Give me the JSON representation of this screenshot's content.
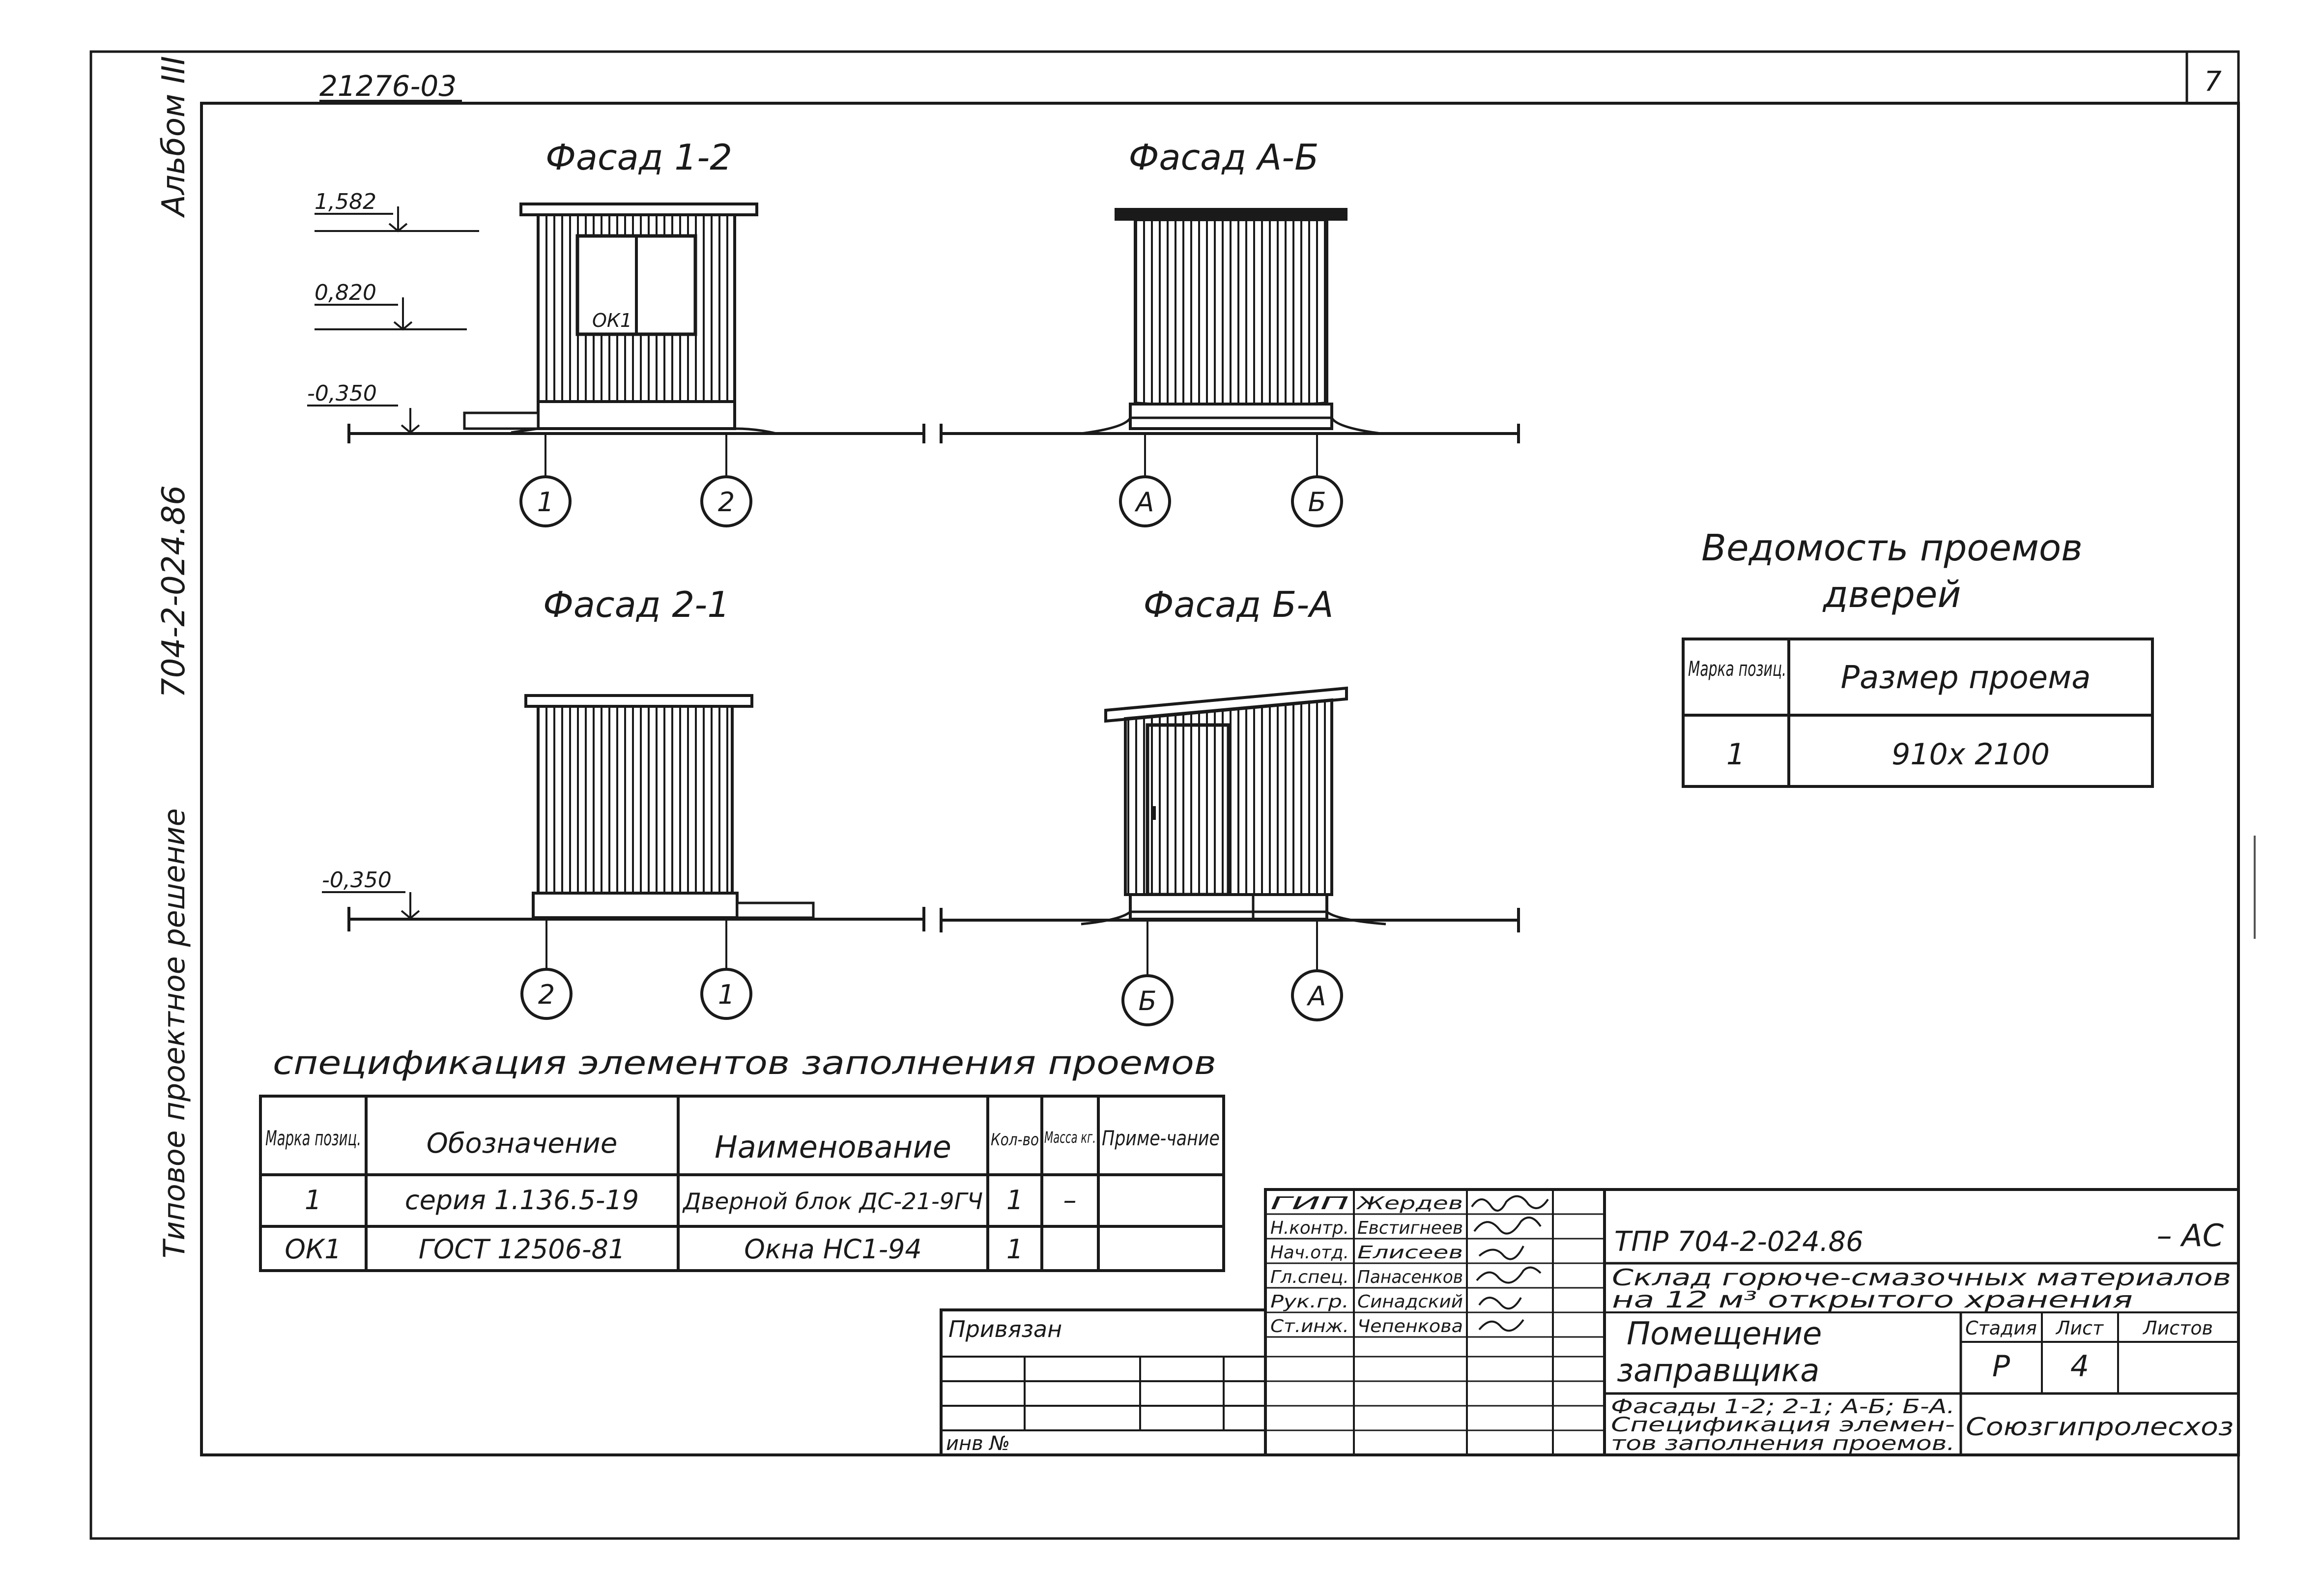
{
  "header": {
    "doc_code": "21276-03",
    "page_number": "7"
  },
  "side": {
    "album": "Альбом III",
    "project_code": "704-2-024.86",
    "series_label": "Типовое проектное решение"
  },
  "facades": {
    "f12": {
      "title": "Фасад 1-2",
      "levels": [
        "1,582",
        "0,820",
        "-0,350"
      ],
      "window_mark": "ОК1",
      "axes": [
        "1",
        "2"
      ]
    },
    "fab": {
      "title": "Фасад А-Б",
      "axes": [
        "А",
        "Б"
      ]
    },
    "f21": {
      "title": "Фасад 2-1",
      "levels": [
        "-0,350"
      ],
      "axes": [
        "2",
        "1"
      ]
    },
    "fba": {
      "title": "Фасад Б-А",
      "axes": [
        "Б",
        "А"
      ]
    }
  },
  "doors_table": {
    "title_line1": "Ведомость проемов",
    "title_line2": "дверей",
    "headers": [
      "Марка позиц.",
      "Размер проема"
    ],
    "rows": [
      [
        "1",
        "910х 2100"
      ]
    ]
  },
  "spec_table": {
    "title": "спецификация элементов заполнения проемов",
    "headers": [
      "Марка позиц.",
      "Обозначение",
      "Наименование",
      "Кол-во",
      "Масса кг.",
      "Приме-чание"
    ],
    "rows": [
      [
        "1",
        "серия 1.136.5-19",
        "Дверной блок ДС-21-9ГЧ",
        "1",
        "–",
        ""
      ],
      [
        "ОК1",
        "ГОСТ 12506-81",
        "Окна НС1-94",
        "1",
        "",
        ""
      ]
    ]
  },
  "title_block": {
    "signers": [
      {
        "role": "ГИП",
        "name": "Жердев"
      },
      {
        "role": "Н.контр.",
        "name": "Евстигнеев"
      },
      {
        "role": "Нач.отд.",
        "name": "Елисеев"
      },
      {
        "role": "Гл.спец.",
        "name": "Панасенков"
      },
      {
        "role": "Рук.гр.",
        "name": "Синадский"
      },
      {
        "role": "Ст.инж.",
        "name": "Чепенкова"
      }
    ],
    "privyazan": "Привязан",
    "inv_no": "инв №",
    "doc_code": "ТПР 704-2-024.86",
    "sheet_mark": "– АС",
    "object_line1": "Склад горюче-смазочных материалов",
    "object_line2": "на 12 м³ открытого хранения",
    "room_line1": "Помещение",
    "room_line2": "заправщика",
    "stage_header": "Стадия",
    "sheet_header": "Лист",
    "sheets_header": "Листов",
    "stage": "Р",
    "sheet": "4",
    "sheets": "",
    "content_line1": "Фасады 1-2; 2-1; А-Б; Б-А.",
    "content_line2": "Спецификация элемен-",
    "content_line3": "тов заполнения проемов.",
    "org": "Союзгипролесхоз"
  }
}
